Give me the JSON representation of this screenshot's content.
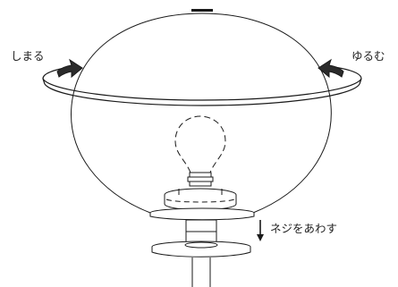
{
  "labels": {
    "tighten": "しまる",
    "loosen": "ゆるむ",
    "align_screw": "ネジをあわす"
  },
  "colors": {
    "line": "#1a1a1a",
    "arrow_fill": "#2b2b2b",
    "background": "#ffffff"
  },
  "icons": {
    "rotation_band": "rotation-ring-icon",
    "tighten_arrow": "curved-arrow-left-icon",
    "loosen_arrow": "curved-arrow-right-icon",
    "down_arrow": "down-arrow-icon",
    "bulb": "light-bulb-icon"
  }
}
